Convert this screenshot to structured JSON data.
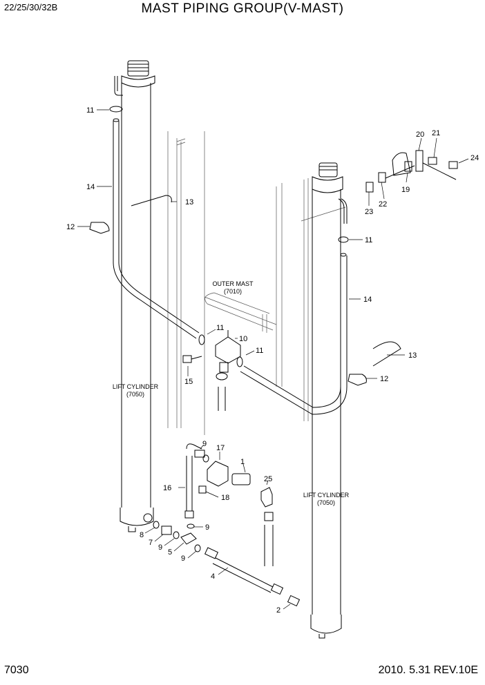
{
  "header": {
    "model": "22/25/30/32B",
    "title": "MAST PIPING GROUP(V-MAST)"
  },
  "footer": {
    "page_number": "7030",
    "revision": "2010. 5.31  REV.10E"
  },
  "notes": {
    "outer_mast_name": "OUTER MAST",
    "outer_mast_code": "(7010)",
    "lift_cylinder_left_name": "LIFT CYLINDER",
    "lift_cylinder_left_code": "(7050)",
    "lift_cylinder_right_name": "LIFT CYLINDER",
    "lift_cylinder_right_code": "(7050)"
  },
  "callouts": [
    "11",
    "14",
    "12",
    "13",
    "20",
    "21",
    "24",
    "19",
    "22",
    "23",
    "11",
    "14",
    "13",
    "12",
    "11",
    "10",
    "11",
    "15",
    "9",
    "17",
    "1",
    "16",
    "18",
    "25",
    "8",
    "7",
    "9",
    "5",
    "9",
    "9",
    "4",
    "2"
  ]
}
